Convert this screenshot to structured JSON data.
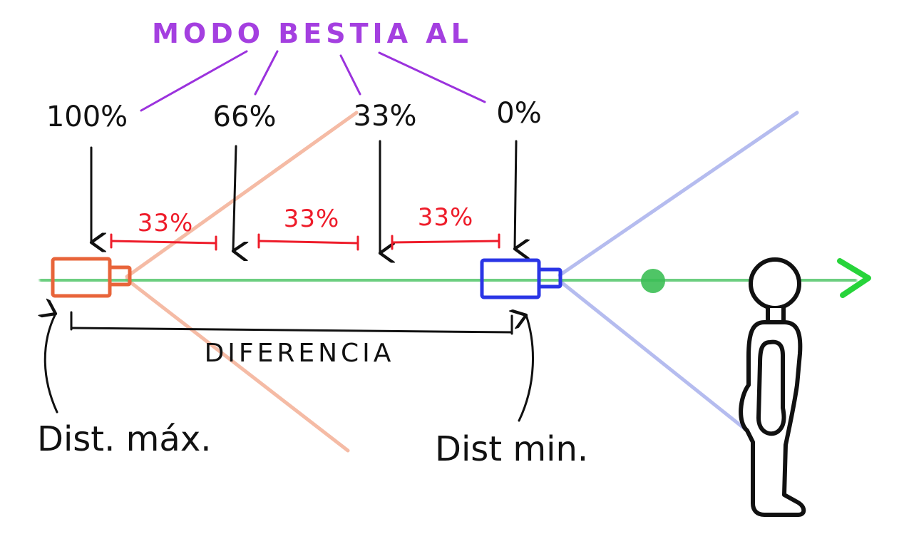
{
  "title": "MODO BESTIA AL",
  "percent_labels": [
    "100%",
    "66%",
    "33%",
    "0%"
  ],
  "segment_labels": [
    "33%",
    "33%",
    "33%"
  ],
  "difference_label": "DIFERENCIA",
  "dist_max_label": "Dist. máx.",
  "dist_min_label": "Dist min.",
  "colors": {
    "title": "#a43fe0",
    "title_lines": "#9b32dd",
    "segments": "#ee1c2a",
    "track": "#52c66a",
    "track_arrow": "#27d43a",
    "camera_max": "#e8643a",
    "camera_min": "#2a35e6",
    "cone_max": "#f4b49c",
    "cone_min": "#aeb5ee",
    "ink": "#111111"
  },
  "icons": {
    "camera_max": "camera-icon",
    "camera_min": "camera-icon",
    "person": "person-figure",
    "target": "target-dot"
  }
}
